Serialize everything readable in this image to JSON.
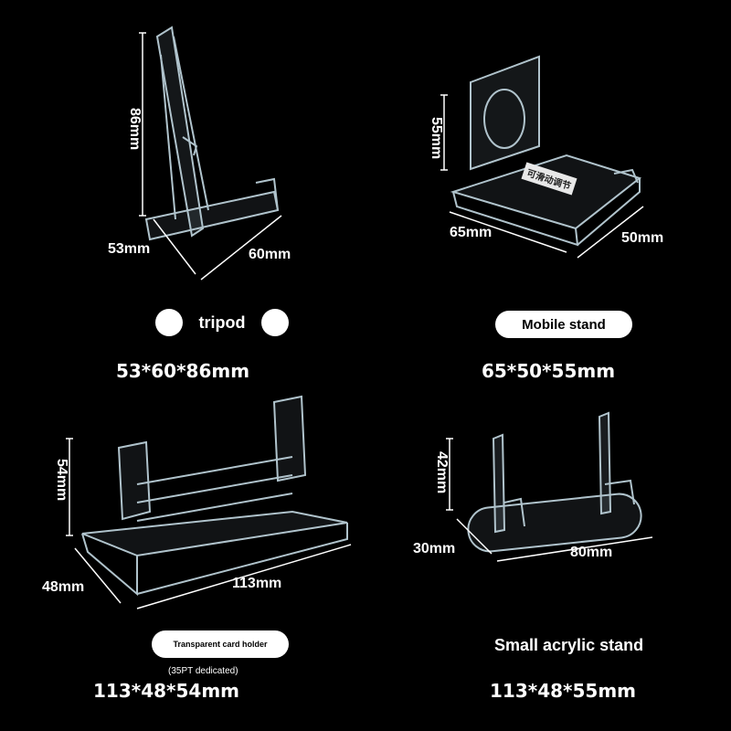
{
  "products": [
    {
      "label": "tripod",
      "size": "53*60*86mm",
      "dims": {
        "height": "86mm",
        "depth": "53mm",
        "width": "60mm"
      }
    },
    {
      "label": "Mobile stand",
      "size": "65*50*55mm",
      "dims": {
        "height": "55mm",
        "width": "65mm",
        "depth": "50mm"
      },
      "tag": "可滑动调节"
    },
    {
      "label": "Transparent card holder",
      "sublabel": "(35PT dedicated)",
      "size": "113*48*54mm",
      "dims": {
        "height": "54mm",
        "depth": "48mm",
        "width": "113mm"
      }
    },
    {
      "label": "Small acrylic stand",
      "size": "113*48*55mm",
      "dims": {
        "height": "42mm",
        "depth": "30mm",
        "width": "80mm"
      }
    }
  ],
  "colors": {
    "background": "#000000",
    "pill": "#ffffff",
    "acrylic": "#d9ecf5"
  }
}
